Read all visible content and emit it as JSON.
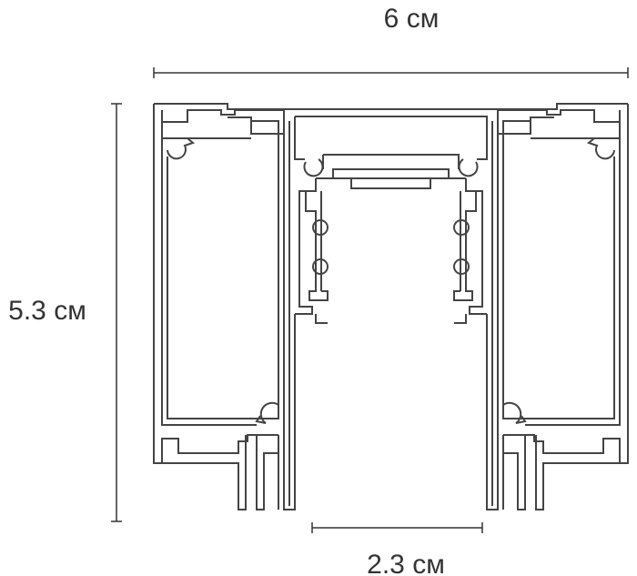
{
  "dimensions": {
    "width_label": "6 см",
    "height_label": "5.3 см",
    "channel_label": "2.3 см"
  },
  "colors": {
    "line": "#444444",
    "text": "#333333",
    "background": "#ffffff"
  }
}
